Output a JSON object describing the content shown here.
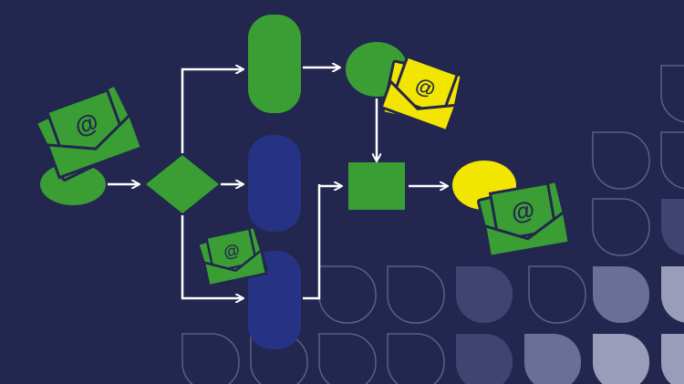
{
  "colors": {
    "background": "#23264e",
    "green": "#3a9e34",
    "green_dark": "#2f8a2a",
    "yellow": "#f2e600",
    "navy": "#263283",
    "arrow": "#ffffff",
    "tile_outline": "#5a5f8a",
    "tile_fill_light": "#9a9dba",
    "tile_fill_mid": "#6b6f96",
    "tile_fill_dark": "#3f4470"
  },
  "icons": {
    "envelope": "envelope-at-icon",
    "at_symbol": "@"
  },
  "envelopes": [
    {
      "id": "envelope-start",
      "color": "green",
      "glyph": "@"
    },
    {
      "id": "envelope-branch",
      "color": "green",
      "glyph": "@"
    },
    {
      "id": "envelope-yellow",
      "color": "yellow",
      "glyph": "@"
    },
    {
      "id": "envelope-end",
      "color": "green",
      "glyph": "@"
    }
  ],
  "nodes": [
    {
      "id": "start-oval",
      "shape": "ellipse",
      "color": "green"
    },
    {
      "id": "decision-diamond",
      "shape": "diamond",
      "color": "green"
    },
    {
      "id": "pill-top",
      "shape": "pill",
      "color": "green"
    },
    {
      "id": "pill-middle",
      "shape": "pill",
      "color": "navy"
    },
    {
      "id": "pill-bottom",
      "shape": "pill",
      "color": "navy"
    },
    {
      "id": "merge-circle",
      "shape": "ellipse",
      "color": "green"
    },
    {
      "id": "process-square",
      "shape": "rect",
      "color": "green"
    },
    {
      "id": "end-circle",
      "shape": "ellipse",
      "color": "yellow"
    }
  ]
}
